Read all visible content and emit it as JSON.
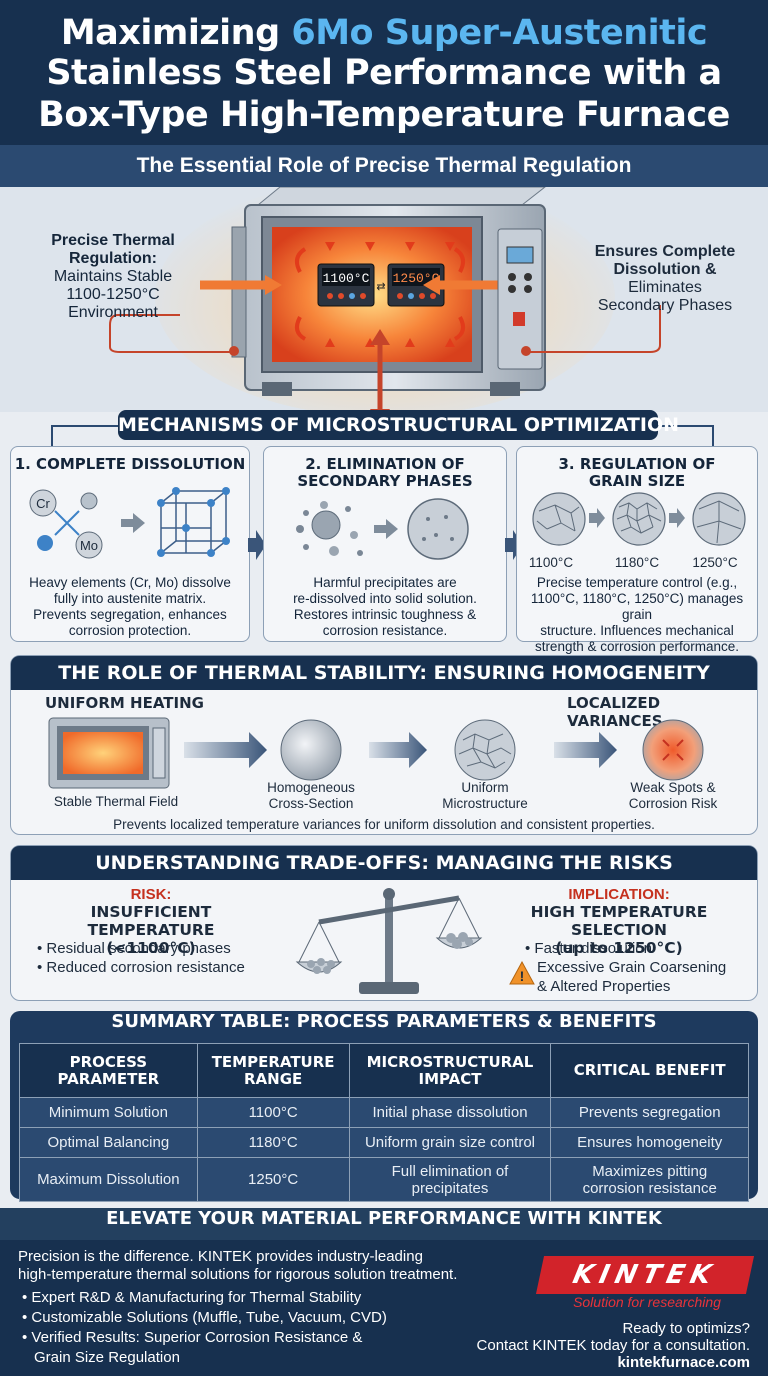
{
  "header": {
    "title_pre": "Maximizing ",
    "title_accent": "6Mo Super-Austenitic",
    "title_line2": "Stainless Steel Performance with a",
    "title_line3": "Box-Type High-Temperature Furnace"
  },
  "subtitle": "The Essential Role of Precise Thermal Regulation",
  "hero": {
    "left_bold": "Precise Thermal Regulation:",
    "left_text1": "Maintains Stable",
    "left_text2": "1100-1250°C",
    "left_text3": "Environment",
    "right_bold1": "Ensures Complete",
    "right_bold2": "Dissolution &",
    "right_text1": "Eliminates",
    "right_text2": "Secondary Phases",
    "display_left": "1100°C",
    "display_right": "1250°C"
  },
  "mechanisms": {
    "title": "MECHANISMS OF MICROSTRUCTURAL OPTIMIZATION",
    "cards": [
      {
        "title1": "1. COMPLETE DISSOLUTION",
        "title2": "",
        "text": [
          "Heavy elements (Cr, Mo) dissolve",
          "fully into austenite matrix.",
          "Prevents segregation, enhances",
          "corrosion protection."
        ],
        "atom1": "Cr",
        "atom2": "Mo"
      },
      {
        "title1": "2. ELIMINATION OF",
        "title2": "SECONDARY PHASES",
        "text": [
          "Harmful precipitates are",
          "re-dissolved into solid solution.",
          "Restores intrinsic toughness &",
          "corrosion resistance."
        ]
      },
      {
        "title1": "3. REGULATION OF",
        "title2": "GRAIN SIZE",
        "text": [
          "Precise temperature control (e.g.,",
          "1100°C, 1180°C, 1250°C) manages grain",
          "structure. Influences mechanical",
          "strength & corrosion performance."
        ],
        "temps": [
          "1100°C",
          "1180°C",
          "1250°C"
        ]
      }
    ]
  },
  "stability": {
    "title": "THE ROLE OF THERMAL STABILITY: ENSURING HOMOGENEITY",
    "left_heading": "UNIFORM HEATING",
    "right_heading": "LOCALIZED VARIANCES",
    "labels": [
      "Stable Thermal Field",
      "Homogeneous",
      "Cross-Section",
      "Uniform",
      "Microstructure",
      "Weak Spots &",
      "Corrosion Risk"
    ],
    "caption": "Prevents localized temperature variances for uniform dissolution and consistent properties."
  },
  "tradeoffs": {
    "title": "UNDERSTANDING TRADE-OFFS: MANAGING THE RISKS",
    "left": {
      "tag": "RISK:",
      "head1": "INSUFFICIENT TEMPERATURE",
      "head2": "(<1100°C)",
      "bullets": [
        "Residual secondary phases",
        "Reduced corrosion resistance"
      ]
    },
    "right": {
      "tag": "IMPLICATION:",
      "head1": "HIGH TEMPERATURE SELECTION",
      "head2": "(up to 1250°C)",
      "bullet": "Faster dissolution",
      "warn1": "Excessive Grain Coarsening",
      "warn2": "& Altered Properties"
    }
  },
  "summary": {
    "title": "SUMMARY TABLE: PROCESS PARAMETERS & BENEFITS",
    "headers": [
      [
        "PROCESS",
        "PARAMETER"
      ],
      [
        "TEMPERATURE",
        "RANGE"
      ],
      [
        "MICROSTRUCTURAL",
        "IMPACT"
      ],
      [
        "CRITICAL BENEFIT",
        ""
      ]
    ],
    "rows": [
      [
        [
          "Minimum Solution"
        ],
        [
          "1100°C"
        ],
        [
          "Initial phase dissolution"
        ],
        [
          "Prevents segregation"
        ]
      ],
      [
        [
          "Optimal Balancing"
        ],
        [
          "1180°C"
        ],
        [
          "Uniform grain size control"
        ],
        [
          "Ensures homogeneity"
        ]
      ],
      [
        [
          "Maximum Dissolution"
        ],
        [
          "1250°C"
        ],
        [
          "Full elimination of",
          "precipitates"
        ],
        [
          "Maximizes pitting",
          "corrosion resistance"
        ]
      ]
    ]
  },
  "footer": {
    "title": "ELEVATE YOUR MATERIAL PERFORMANCE WITH KINTEK",
    "intro1": "Precision is the difference. KINTEK provides industry-leading",
    "intro2": "high-temperature thermal solutions for rigorous solution treatment.",
    "bullets": [
      "Expert R&D & Manufacturing for Thermal Stability",
      "Customizable Solutions (Muffle, Tube, Vacuum, CVD)",
      "Verified Results: Superior Corrosion Resistance &"
    ],
    "bullet_cont": "Grain Size Regulation",
    "logo": "KINTEK",
    "tagline": "Solution for researching",
    "cta1": "Ready to optimizs?",
    "cta2": "Contact KINTEK today for a consultation.",
    "url": "kintekfurnace.com"
  },
  "colors": {
    "navy": "#17304f",
    "accent": "#5bb6f0",
    "risk_red": "#c5311f",
    "brand_red": "#d2232a"
  }
}
